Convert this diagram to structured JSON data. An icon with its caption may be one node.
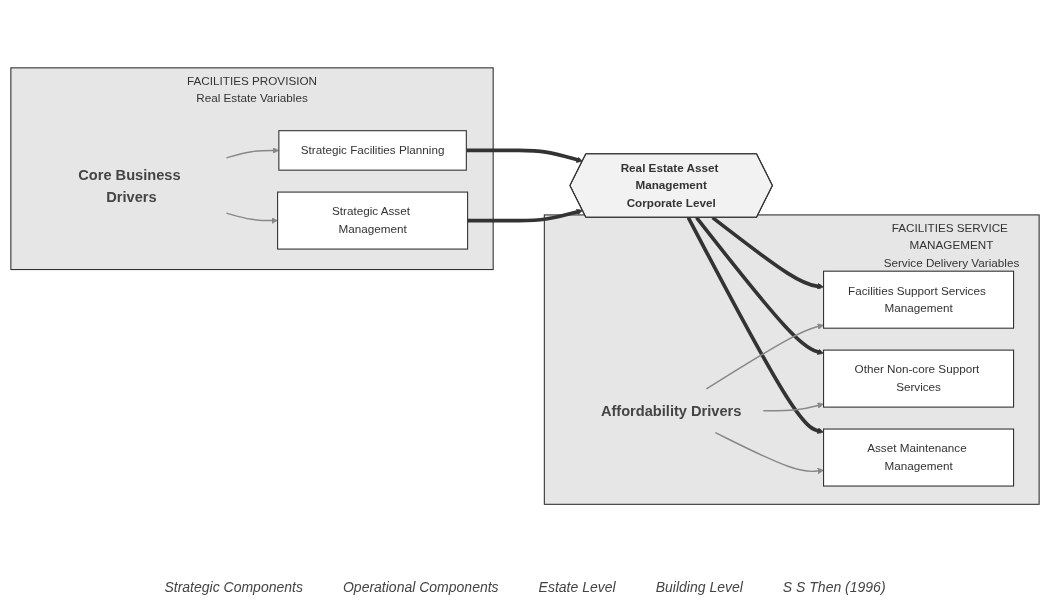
{
  "diagram": {
    "nodes": [
      {
        "text": [
          "FACILITIES PROVISION",
          "Real Estate Variables"
        ]
      },
      {
        "text": [
          "FACILITIES SERVICE MANAGEMENT",
          "Service Delivery Variables"
        ]
      },
      {
        "text": [
          "Core Business Drivers"
        ],
        "in": 0
      },
      {
        "text": [
          "Strategic Facilities Planning"
        ],
        "in": 0
      },
      {
        "text": [
          "Strategic Asset Management"
        ],
        "in": 0
      },
      {
        "text": [
          "Real Estate Asset Management",
          "Corporate Level"
        ]
      },
      {
        "text": [
          "Facilities Support Services Management"
        ],
        "in": 1
      },
      {
        "text": [
          "Other Non-core Support Services"
        ],
        "in": 1
      },
      {
        "text": [
          "Asset Maintenance Management"
        ],
        "in": 1
      },
      {
        "text": [
          "Affordability Drivers"
        ],
        "in": 1
      }
    ],
    "edges": [
      {
        "from": 2,
        "to": 3,
        "arrow": "to"
      },
      {
        "from": 2,
        "to": 4,
        "arrow": "to"
      },
      {
        "from": 3,
        "to": 5,
        "arrow": "to",
        "style": "thick",
        "color": "#333333"
      },
      {
        "from": 4,
        "to": 5,
        "arrow": "to",
        "style": "thick",
        "color": "#333333"
      },
      {
        "from": 5,
        "to": 6,
        "arrow": "to",
        "style": "thick",
        "color": "#333333"
      },
      {
        "from": 5,
        "to": 7,
        "arrow": "to",
        "style": "thick",
        "color": "#333333"
      },
      {
        "from": 5,
        "to": 8,
        "arrow": "to",
        "style": "thick",
        "color": "#333333"
      },
      {
        "from": 9,
        "to": 6,
        "arrow": "to"
      },
      {
        "from": 9,
        "to": 7,
        "arrow": "to"
      },
      {
        "from": 9,
        "to": 8,
        "arrow": "to"
      }
    ],
    "labels": [
      "Strategic Components",
      "Operational Components",
      "Estate Level",
      "Building Level",
      "S S Then (1996)"
    ]
  }
}
